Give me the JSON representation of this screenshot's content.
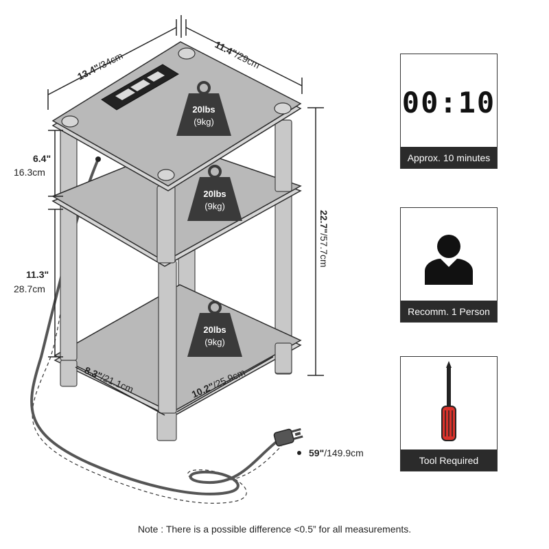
{
  "dimensions": {
    "top_width_in": "13.4\"",
    "top_width_cm": "/34cm",
    "top_depth_in": "11.4\"",
    "top_depth_cm": "/29cm",
    "upper_gap_in": "6.4\"",
    "upper_gap_cm": "16.3cm",
    "lower_gap_in": "11.3\"",
    "lower_gap_cm": "28.7cm",
    "height_in": "22.7\"",
    "height_cm": "/57.7cm",
    "bottom_width_in": "8.3\"",
    "bottom_width_cm": "/21.1cm",
    "bottom_depth_in": "10.2\"",
    "bottom_depth_cm": "/25.9cm",
    "cord_in": "59\"",
    "cord_cm": "/149.9cm"
  },
  "weights": {
    "shelf_top": {
      "lbs": "20lbs",
      "kg": "(9kg)"
    },
    "shelf_middle": {
      "lbs": "20lbs",
      "kg": "(9kg)"
    },
    "shelf_bottom": {
      "lbs": "20lbs",
      "kg": "(9kg)"
    }
  },
  "cards": {
    "time": {
      "display": "00:10",
      "caption": "Approx. 10 minutes"
    },
    "people": {
      "caption": "Recomm. 1 Person"
    },
    "tool": {
      "caption": "Tool Required"
    }
  },
  "note": "Note : There is a possible difference <0.5” for all measurements.",
  "colors": {
    "shelf_top": "#b9b9b9",
    "shelf_edge": "#d6d6d6",
    "outline": "#2b2b2b",
    "weight_badge": "#3a3a3a",
    "screwdriver_handle": "#d9322b"
  }
}
